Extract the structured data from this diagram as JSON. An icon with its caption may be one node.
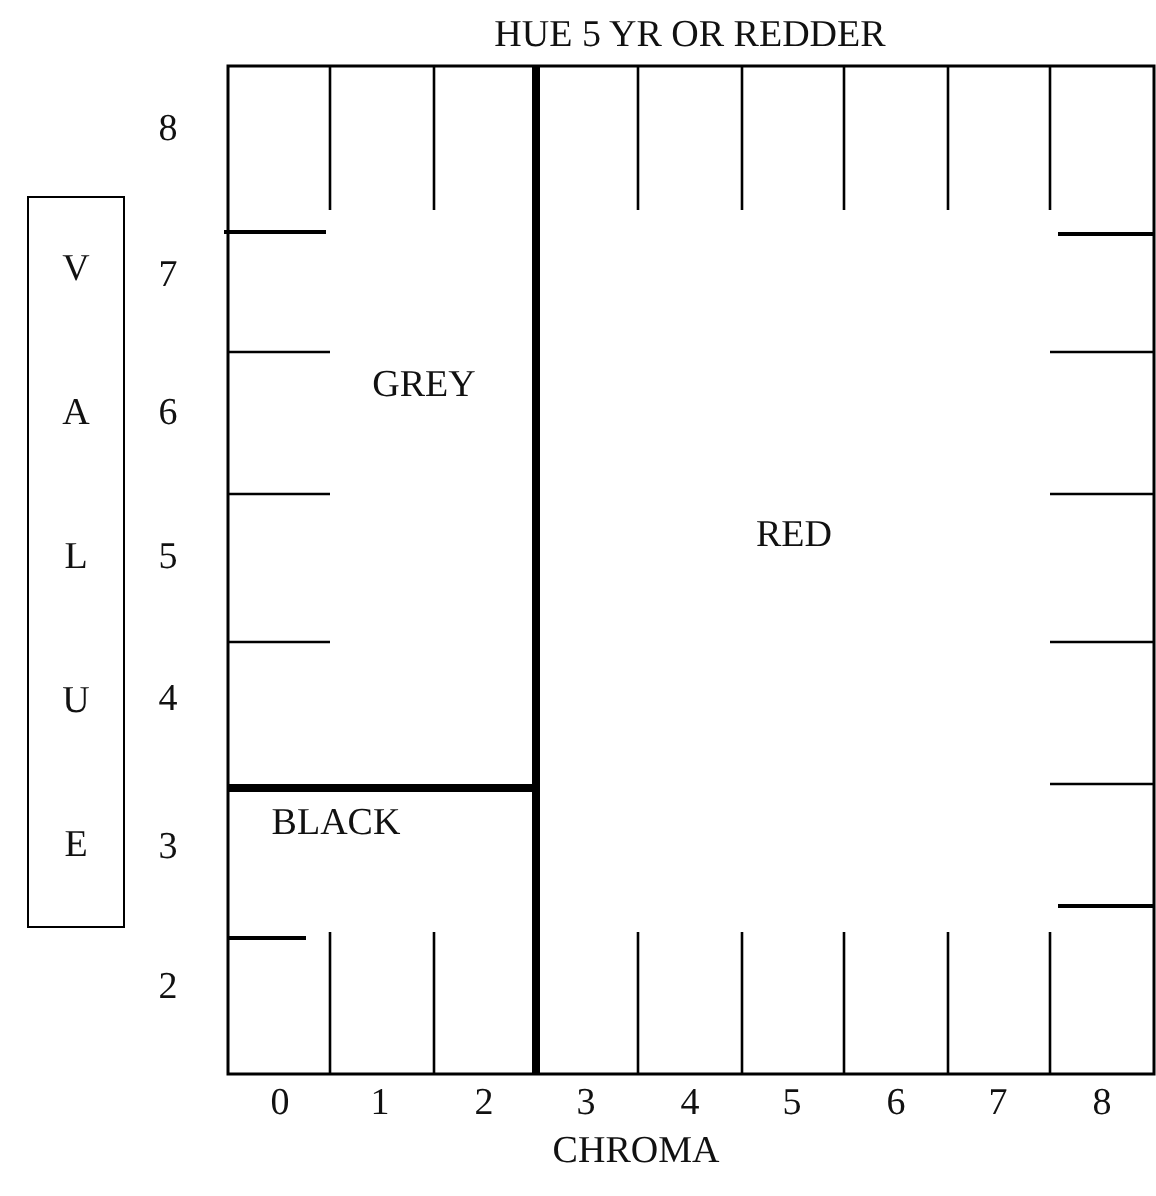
{
  "diagram": {
    "title": "HUE 5 YR OR REDDER",
    "nodes": [
      {
        "text": [
          "V A L U E"
        ]
      },
      {
        "text": [
          "GREY"
        ]
      },
      {
        "text": [
          "RED"
        ]
      },
      {
        "text": [
          "BLACK"
        ]
      }
    ],
    "labels": [
      "8",
      "7",
      "6",
      "5",
      "4",
      "3",
      "2",
      "0",
      "1",
      "2",
      "3",
      "4",
      "5",
      "6",
      "7",
      "8",
      "CHROMA"
    ]
  }
}
